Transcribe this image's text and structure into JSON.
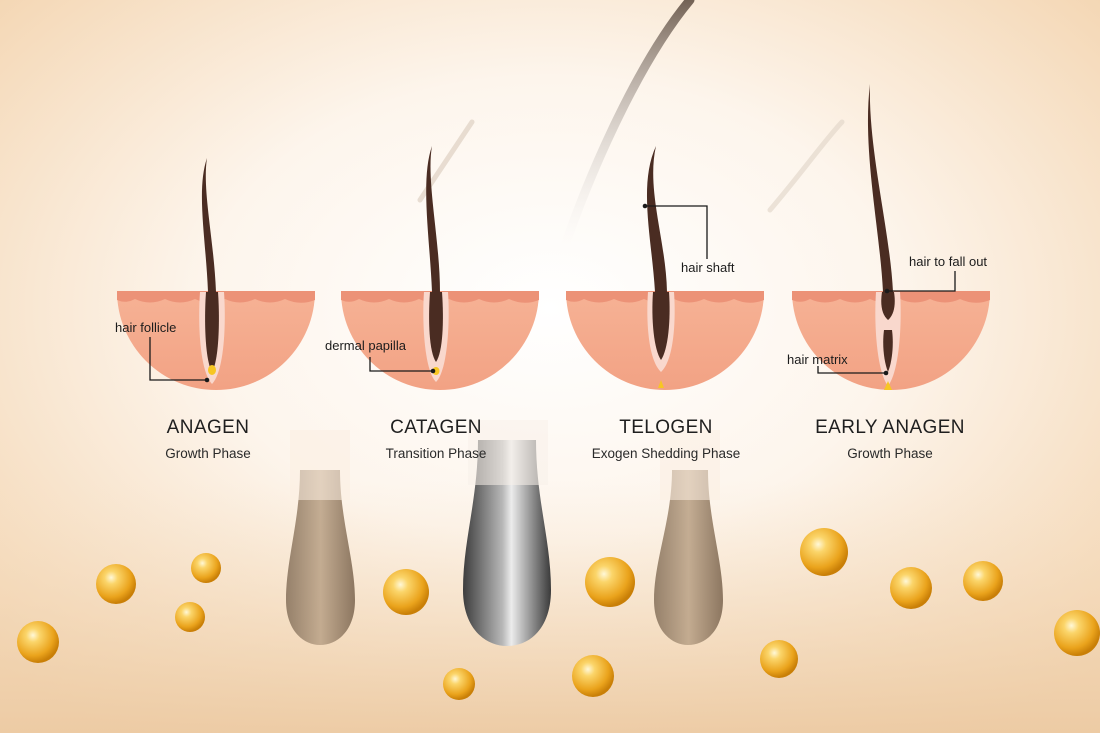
{
  "phases": [
    {
      "title": "ANAGEN",
      "subtitle": "Growth Phase"
    },
    {
      "title": "CATAGEN",
      "subtitle": "Transition Phase"
    },
    {
      "title": "TELOGEN",
      "subtitle": "Exogen Shedding Phase"
    },
    {
      "title": "EARLY ANAGEN",
      "subtitle": "Growth Phase"
    }
  ],
  "labels": {
    "hair_follicle": "hair follicle",
    "dermal_papilla": "dermal papilla",
    "hair_shaft": "hair shaft",
    "hair_to_fall_out": "hair to fall out",
    "hair_matrix": "hair matrix"
  },
  "colors": {
    "skin": "#f4a98b",
    "skin_top": "#ef9a80",
    "hair": "#4a2c22",
    "papilla": "#f7c623",
    "sheath": "#f8d3c8",
    "gold": "#f2b431"
  }
}
